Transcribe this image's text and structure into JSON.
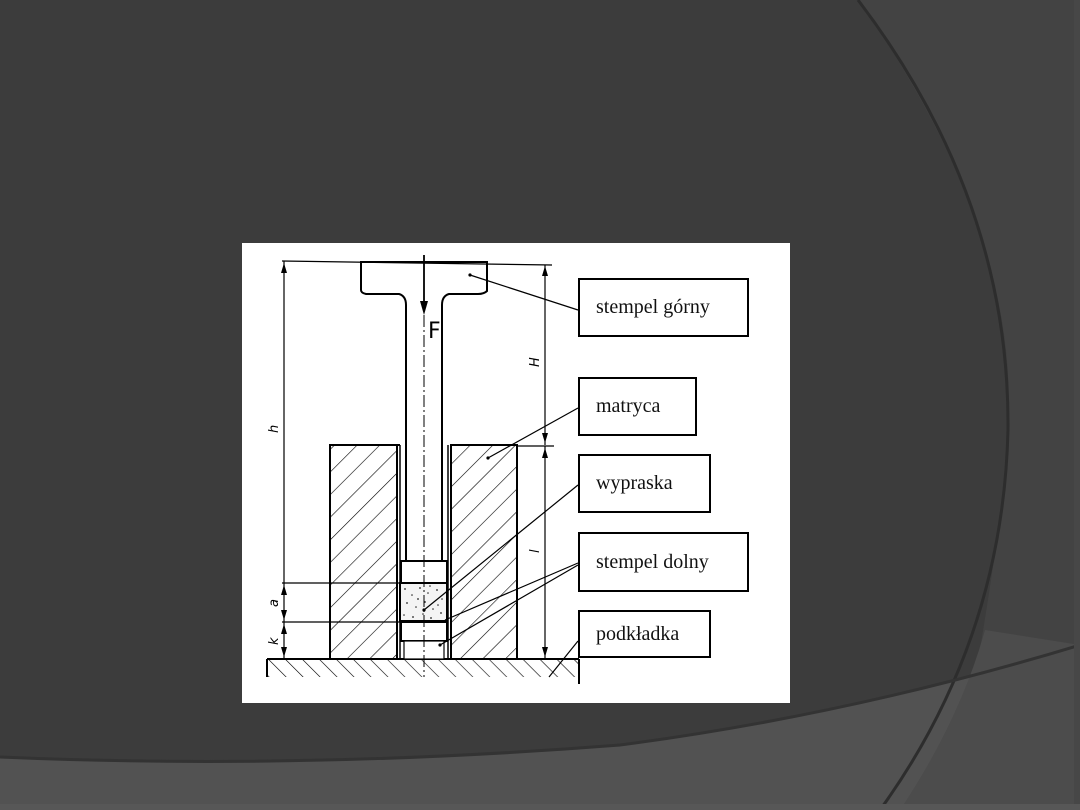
{
  "slide": {
    "background_colors": {
      "main": "#3c3c3c",
      "right_band": "#434343",
      "bottom_band": "#525252",
      "arc_line": "#2e2e2e"
    }
  },
  "diagram": {
    "title": "",
    "force_label": "F",
    "dimensions": {
      "h": "h",
      "H": "H",
      "l": "l",
      "a": "a",
      "k": "k"
    },
    "labels": [
      {
        "id": "stempel-gorny",
        "text": "stempel górny"
      },
      {
        "id": "matryca",
        "text": "matryca"
      },
      {
        "id": "wypraska",
        "text": "wypraska"
      },
      {
        "id": "stempel-dolny",
        "text": "stempel dolny"
      },
      {
        "id": "podkladka",
        "text": "podkładka"
      }
    ]
  }
}
